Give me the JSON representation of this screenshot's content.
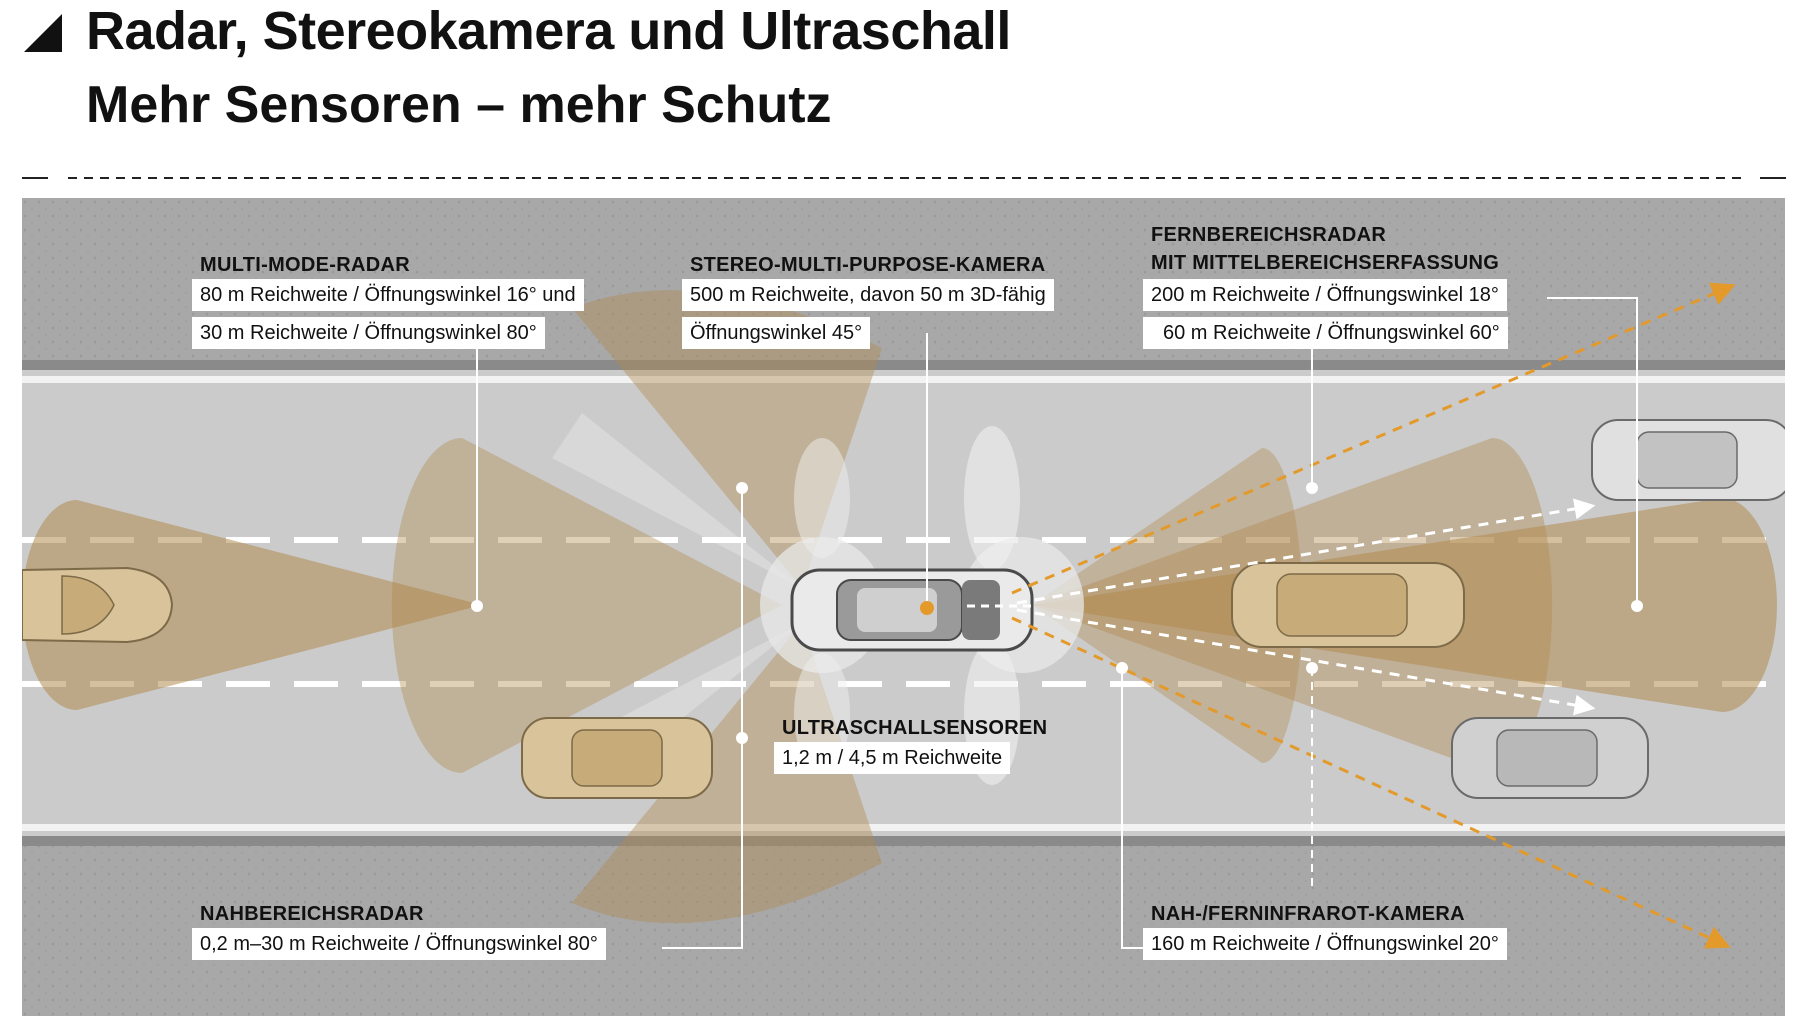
{
  "header": {
    "title": "Radar, Stereokamera und Ultraschall",
    "subtitle": "Mehr Sensoren – mehr Schutz"
  },
  "colors": {
    "accent_orange": "#e39a2a",
    "sensor_tan": "#b9945a",
    "road_gray": "#c9c9c9",
    "shoulder_gray": "#a9a9a9",
    "lane_marking": "#ffffff"
  },
  "sensors": {
    "multi_mode_radar": {
      "title": "MULTI-MODE-RADAR",
      "specs": [
        "80 m Reichweite / Öffnungswinkel 16° und",
        "30 m Reichweite / Öffnungswinkel 80°"
      ]
    },
    "stereo_camera": {
      "title": "STEREO-MULTI-PURPOSE-KAMERA",
      "specs": [
        "500 m Reichweite, davon 50 m 3D-fähig",
        "Öffnungswinkel 45°"
      ]
    },
    "long_range_radar": {
      "title_line1": "FERNBEREICHSRADAR",
      "title_line2": "MIT MITTELBEREICHSERFASSUNG",
      "specs": [
        "200 m Reichweite / Öffnungswinkel 18°",
        "60 m Reichweite / Öffnungswinkel 60°"
      ]
    },
    "ultrasonic": {
      "title": "ULTRASCHALLSENSOREN",
      "specs": [
        "1,2 m / 4,5 m Reichweite"
      ]
    },
    "short_range_radar": {
      "title": "NAHBEREICHSRADAR",
      "specs": [
        "0,2 m–30 m Reichweite / Öffnungswinkel 80°"
      ]
    },
    "infrared_camera": {
      "title": "NAH-/FERNINFRAROT-KAMERA",
      "specs": [
        "160 m Reichweite / Öffnungswinkel 20°"
      ]
    }
  },
  "icons": {
    "title_marker": "triangle-marker-icon",
    "range_arrow": "arrow-icon",
    "vehicle": "car-icon"
  }
}
